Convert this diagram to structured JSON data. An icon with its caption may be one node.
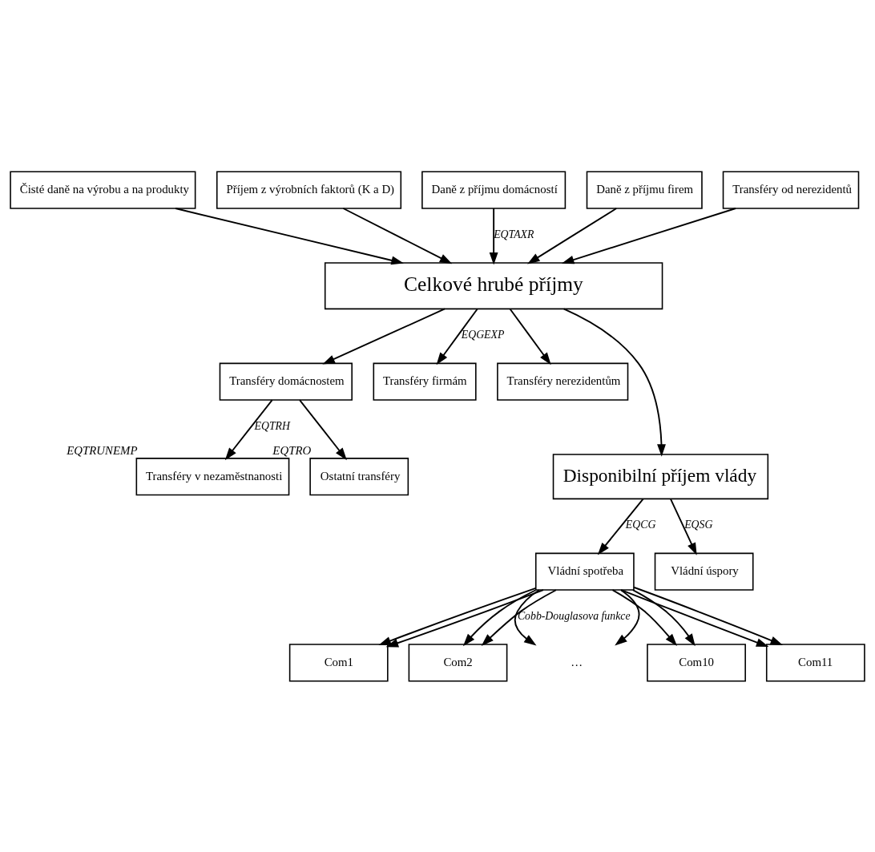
{
  "diagram": {
    "nodes": [
      {
        "text": [
          "Čisté daně na výrobu a na produkty"
        ]
      },
      {
        "text": [
          "Příjem z výrobních faktorů (K a D)"
        ]
      },
      {
        "text": [
          "Daně z příjmu domácností"
        ]
      },
      {
        "text": [
          "Daně z příjmu firem"
        ]
      },
      {
        "text": [
          "Transféry od nerezidentů"
        ]
      },
      {
        "text": [
          "Celkové hrubé příjmy"
        ]
      },
      {
        "text": [
          "Transféry domácnostem"
        ]
      },
      {
        "text": [
          "Transféry firmám"
        ]
      },
      {
        "text": [
          "Transféry nerezidentům"
        ]
      },
      {
        "text": [
          "Transféry v nezaměstnanosti"
        ],
        "beside": [
          "EQTRUNEMP"
        ]
      },
      {
        "text": [
          "Ostatní transféry"
        ],
        "beside": [
          "EQTRO"
        ]
      },
      {
        "text": [
          "Disponibilní příjem vlády"
        ]
      },
      {
        "text": [
          "Vládní spotřeba"
        ]
      },
      {
        "text": [
          "Vládní úspory"
        ]
      },
      {
        "text": [
          "Com1"
        ]
      },
      {
        "text": [
          "Com2"
        ]
      },
      {
        "text": [
          "…"
        ]
      },
      {
        "text": [
          "Com10"
        ]
      },
      {
        "text": [
          "Com11"
        ]
      }
    ],
    "edges": [
      {
        "from": 0,
        "to": 5,
        "arrow": "to"
      },
      {
        "from": 1,
        "to": 5,
        "arrow": "to"
      },
      {
        "from": 2,
        "to": 5,
        "arrow": "to",
        "label": "EQTAXR"
      },
      {
        "from": 3,
        "to": 5,
        "arrow": "to"
      },
      {
        "from": 4,
        "to": 5,
        "arrow": "to"
      },
      {
        "from": 5,
        "to": 6,
        "arrow": "to"
      },
      {
        "from": 5,
        "to": 7,
        "arrow": "to",
        "label": "EQGEXP"
      },
      {
        "from": 5,
        "to": 11,
        "arrow": "to"
      },
      {
        "from": 5,
        "to": 8,
        "arrow": "to"
      },
      {
        "from": 6,
        "to": 9,
        "arrow": "to",
        "label": "EQTRH"
      },
      {
        "from": 6,
        "to": 10,
        "arrow": "to"
      },
      {
        "from": 11,
        "to": 12,
        "arrow": "to",
        "label": "EQCG"
      },
      {
        "from": 11,
        "to": 13,
        "arrow": "to",
        "label": "EQSG"
      },
      {
        "from": 12,
        "to": 14,
        "arrow": "to"
      },
      {
        "from": 12,
        "to": 14,
        "arrow": "to"
      },
      {
        "from": 12,
        "to": 15,
        "arrow": "to"
      },
      {
        "from": 12,
        "to": 15,
        "arrow": "to"
      },
      {
        "from": 12,
        "to": 16,
        "arrow": "to",
        "label": "Cobb-Douglasova funkce"
      },
      {
        "from": 12,
        "to": 16,
        "arrow": "to"
      },
      {
        "from": 12,
        "to": 17,
        "arrow": "to"
      },
      {
        "from": 12,
        "to": 17,
        "arrow": "to"
      },
      {
        "from": 12,
        "to": 18,
        "arrow": "to"
      },
      {
        "from": 12,
        "to": 18,
        "arrow": "to"
      }
    ]
  }
}
